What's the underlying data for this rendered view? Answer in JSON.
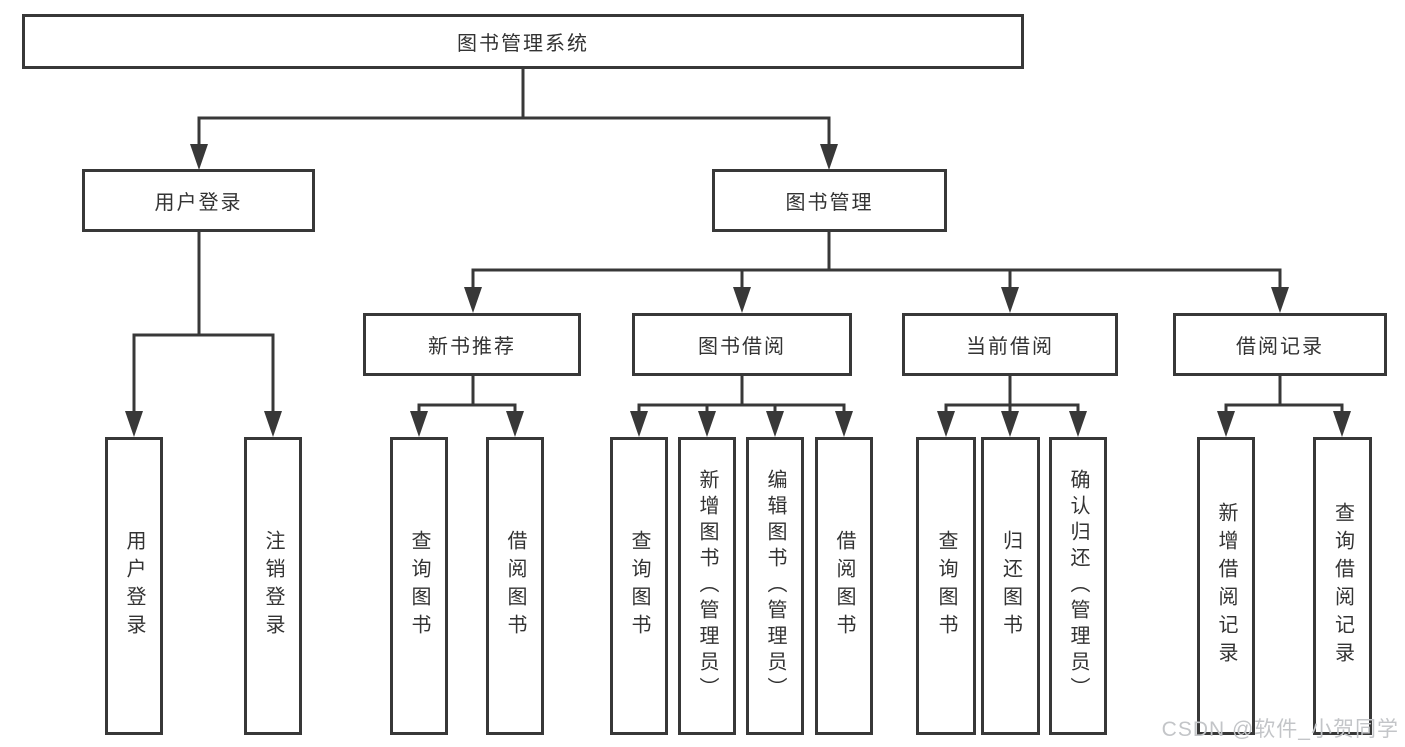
{
  "diagram": {
    "root": "图书管理系统",
    "branches": [
      {
        "label": "用户登录",
        "children": [
          {
            "label": "用户登录"
          },
          {
            "label": "注销登录"
          }
        ]
      },
      {
        "label": "图书管理",
        "children": [
          {
            "label": "新书推荐",
            "children": [
              {
                "label": "查询图书"
              },
              {
                "label": "借阅图书"
              }
            ]
          },
          {
            "label": "图书借阅",
            "children": [
              {
                "label": "查询图书"
              },
              {
                "label": "新增图书（管理员）"
              },
              {
                "label": "编辑图书（管理员）"
              },
              {
                "label": "借阅图书"
              }
            ]
          },
          {
            "label": "当前借阅",
            "children": [
              {
                "label": "查询图书"
              },
              {
                "label": "归还图书"
              },
              {
                "label": "确认归还（管理员）"
              }
            ]
          },
          {
            "label": "借阅记录",
            "children": [
              {
                "label": "新增借阅记录"
              },
              {
                "label": "查询借阅记录"
              }
            ]
          }
        ]
      }
    ]
  },
  "watermark": {
    "text": "CSDN @软件_小贺同学"
  },
  "colors": {
    "line": "#383838",
    "text": "#333333",
    "box_fill": "#ffffff",
    "background": "#ffffff",
    "watermark": "#c3c5c8"
  }
}
